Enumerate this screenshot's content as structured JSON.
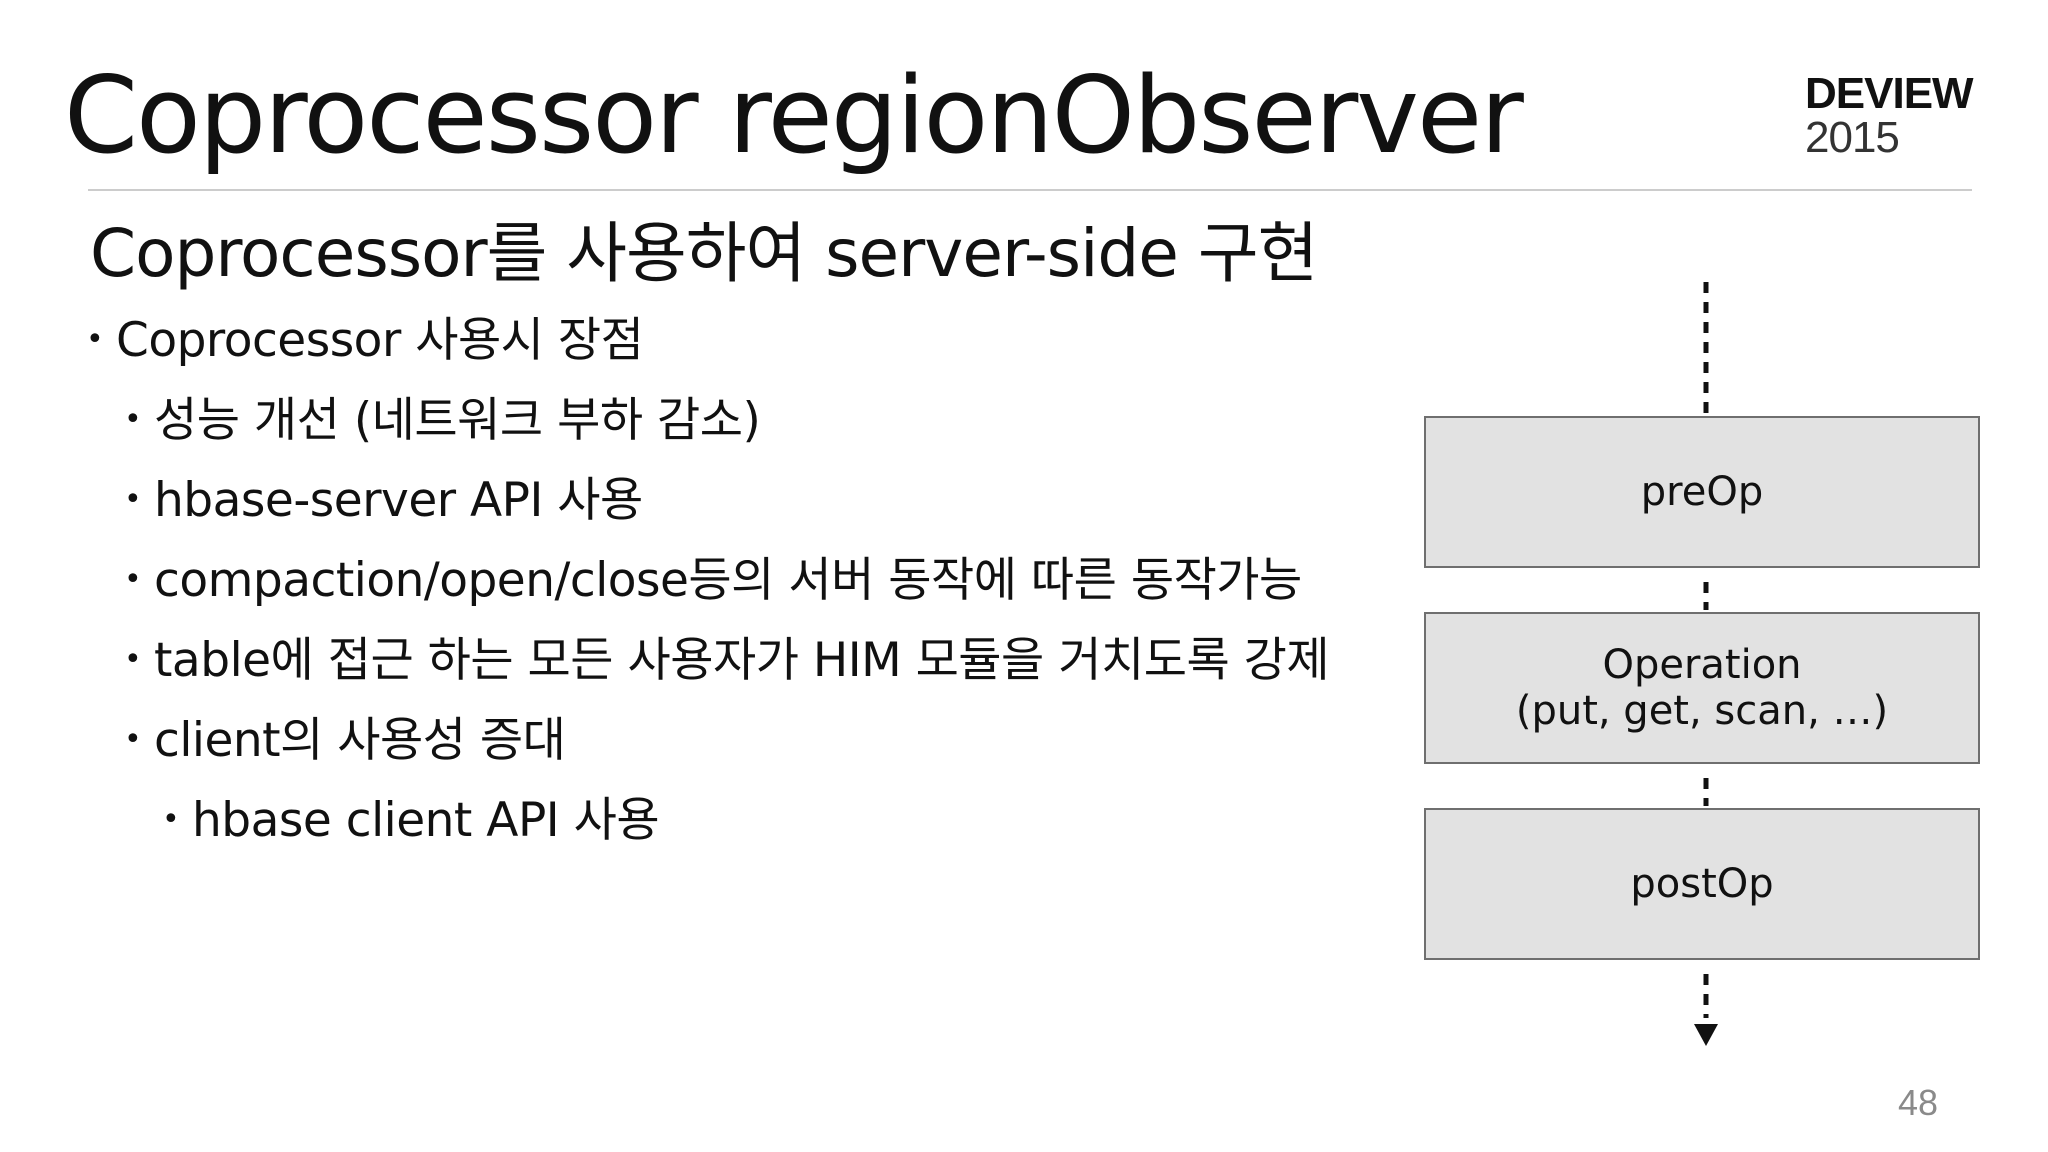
{
  "slide": {
    "title": "Coprocessor regionObserver",
    "logo": {
      "line1": "DEVIEW",
      "line2": "2015"
    },
    "subtitle": "Coprocessor를 사용하여 server-side 구현",
    "bullets": [
      {
        "level": 1,
        "text": "Coprocessor 사용시 장점"
      },
      {
        "level": 2,
        "text": "성능 개선 (네트워크 부하 감소)"
      },
      {
        "level": 2,
        "text": "hbase-server API 사용"
      },
      {
        "level": 2,
        "text": "compaction/open/close등의 서버 동작에 따른 동작가능"
      },
      {
        "level": 2,
        "text": "table에 접근 하는 모든 사용자가 HIM 모듈을 거치도록 강제"
      },
      {
        "level": 2,
        "text": "client의 사용성 증대"
      },
      {
        "level": 3,
        "text": "hbase client API 사용"
      }
    ],
    "bullet_symbol": "•",
    "page_number": "48"
  },
  "diagram": {
    "boxes": [
      {
        "lines": [
          "preOp"
        ]
      },
      {
        "lines": [
          "Operation",
          "(put, get, scan, …)"
        ]
      },
      {
        "lines": [
          "postOp"
        ]
      }
    ],
    "box_fill": "#e2e2e2",
    "box_border": "#6f6f6f",
    "flow_arrow": "dashed-down-arrow"
  }
}
